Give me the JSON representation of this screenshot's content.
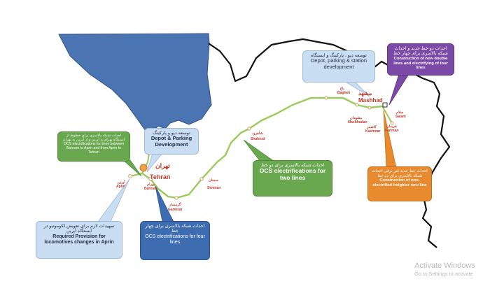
{
  "cities": {
    "tehran_fa": "تهران",
    "tehran_en": "Tehran",
    "mashhad_fa": "مشهد",
    "mashhad_en": "Mashhad"
  },
  "stations": {
    "aprin_fa": "آپرین",
    "aprin_en": "Aprin",
    "bahram_fa": "بهرام",
    "bahram_en": "Bahram",
    "garmsar_fa": "گرمسار",
    "garmsar_en": "Garmsar",
    "semnan_fa": "سمنان",
    "semnan_en": "Semnan",
    "shahrud_fa": "شاهرود",
    "shahrud_en": "Shahrud",
    "bagheh_fa": "باغ",
    "bagheh_en": "Bagheh",
    "mashhadan_fa": "مشهدان",
    "mashhadan_en": "Mashhadan",
    "kashmar_fa": "کاشمر",
    "kashmar_en": "Kashmar",
    "salam_fa": "سلام",
    "salam_en": "Salam",
    "fariman_fa": "فریمان",
    "fariman_en": "Fariman"
  },
  "callouts": {
    "depot_tehran": {
      "fa": "توسعه دپو و پارکینگ",
      "en": "Depot & Parking Development"
    },
    "ocs_aprin": {
      "fa": "احداث شبکه بالاسری برای خطوط از ایستگاه بهرام به آپرین و از آپرین به تهران",
      "en": "OCS electrifications for lines between Bahram to Aprin and from Aprin to Tehran"
    },
    "provision": {
      "fa": "تمهیدات لازم برای تعویض لکوموتیو در ایستگاه آپرین",
      "en": "Required Provision for locomotives changes in Aprin"
    },
    "ocs_four": {
      "fa": "احداث شبکه بالاسری برای چهار خط",
      "en": "OCS electrifications for four lines"
    },
    "ocs_two": {
      "fa": "احداث شبکه بالاسری برای دو خط",
      "en": "OCS electrifications for two lines"
    },
    "depot_mashhad": {
      "fa": "توسعه دپو ، پارکینگ و ایستگاه",
      "en": "Depot, parking & station development"
    },
    "double_lines": {
      "fa": "احداث دو خط جدید و احداث شبکه بالاسری برای چهار خط",
      "en": "Construction of new double lines and electrifying of four lines"
    },
    "freighter": {
      "fa": "احداث خط جدید غیر برقی احداث شبکه بالاسری برای دو خط",
      "en": "Construction of non-electrified freighter new line"
    }
  },
  "watermark": {
    "line1": "Activate Windows",
    "line2": "Go to Settings to activate"
  },
  "colors": {
    "sea": "#4a74b2",
    "rail": "#9acb5a",
    "border": "#111111",
    "city_label": "#c0392b",
    "tehran_marker": "#f0a04b"
  }
}
